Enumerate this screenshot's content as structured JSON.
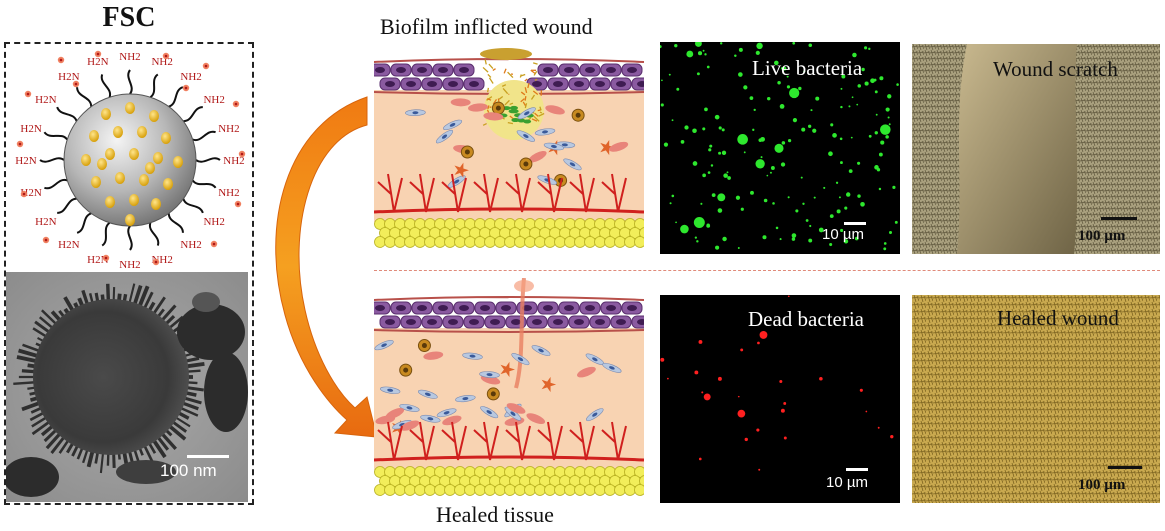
{
  "nanoparticle": {
    "title": "FSC",
    "amine_label": "NH2",
    "amine_label_left": "H2N",
    "tem_scale_label": "100 nm"
  },
  "wound_schematic": {
    "top_caption": "Biofilm inflicted wound",
    "bottom_caption": "Healed tissue"
  },
  "microscopy": {
    "live_label": "Live bacteria",
    "dead_label": "Dead bacteria",
    "fluor_scale": "10 µm",
    "scratch_label": "Wound scratch",
    "healed_label": "Healed wound",
    "bright_scale": "100 µm"
  },
  "colors": {
    "live_green": "#2ee82e",
    "dead_red": "#ff2020",
    "arrow_orange": "#f07a12",
    "tissue_peach": "#f8d3b2",
    "cell_purple": "#8a5aa0",
    "fat_yellow": "#f2ee5a",
    "vessel_red": "#d0201e",
    "amine_red": "#b01818"
  }
}
